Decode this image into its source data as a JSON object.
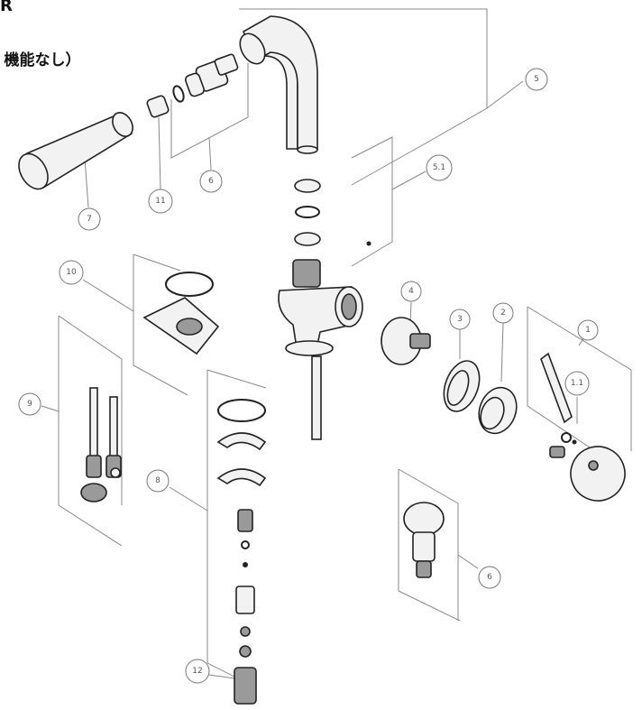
{
  "header": {
    "title": "R",
    "subtitle": "ﾟ機能なし）"
  },
  "callouts": [
    {
      "id": "c1",
      "label": "1"
    },
    {
      "id": "c1_1",
      "label": "1.1"
    },
    {
      "id": "c2",
      "label": "2"
    },
    {
      "id": "c3",
      "label": "3"
    },
    {
      "id": "c4",
      "label": "4"
    },
    {
      "id": "c5",
      "label": "5"
    },
    {
      "id": "c5_1",
      "label": "5.1"
    },
    {
      "id": "c6a",
      "label": "6"
    },
    {
      "id": "c6b",
      "label": "6"
    },
    {
      "id": "c7",
      "label": "7"
    },
    {
      "id": "c8",
      "label": "8"
    },
    {
      "id": "c9",
      "label": "9"
    },
    {
      "id": "c10",
      "label": "10"
    },
    {
      "id": "c11",
      "label": "11"
    },
    {
      "id": "c12",
      "label": "12"
    }
  ]
}
